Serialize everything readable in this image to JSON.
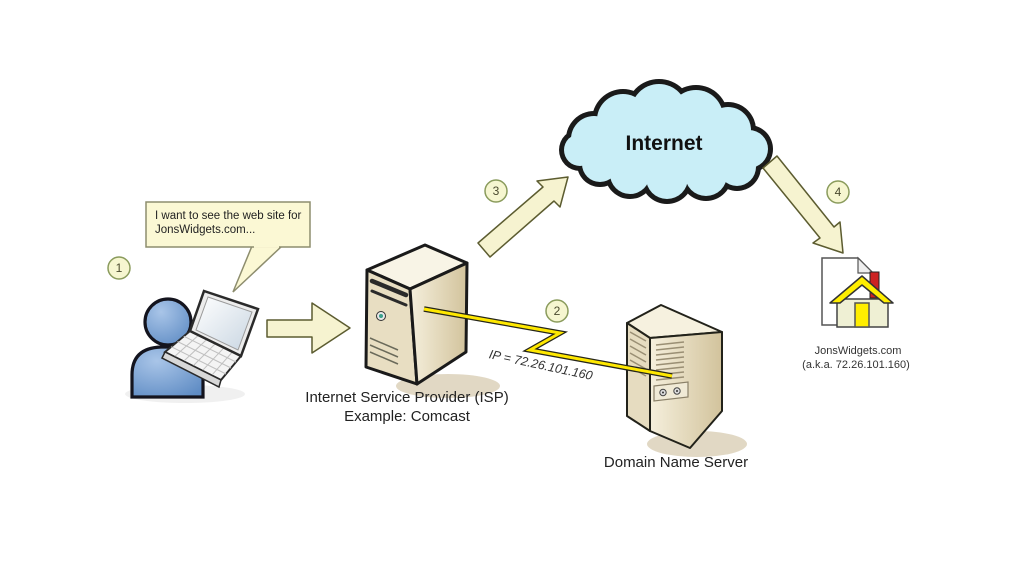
{
  "diagram": {
    "steps": [
      "1",
      "2",
      "3",
      "4"
    ],
    "speech_bubble": {
      "line1": "I want to see the web site for",
      "line2": "JonsWidgets.com..."
    },
    "cloud": {
      "label": "Internet"
    },
    "isp": {
      "label_line1": "Internet Service Provider (ISP)",
      "label_line2": "Example: Comcast"
    },
    "dns": {
      "label": "Domain Name Server"
    },
    "dns_link": {
      "ip_label": "IP = 72.26.101.160"
    },
    "website": {
      "label_line1": "JonsWidgets.com",
      "label_line2": "(a.k.a. 72.26.101.160)"
    },
    "icons": {
      "person": "user-icon",
      "laptop": "laptop-icon",
      "isp_server": "server-tower-icon",
      "dns_server": "server-tower-icon",
      "cloud": "cloud-icon",
      "website": "home-page-icon",
      "link": "lightning-bolt-icon",
      "flow_arrows": "block-arrow-icon"
    },
    "colors": {
      "cloud_fill": "#c9eef7",
      "arrow_fill": "#f6f3d0",
      "arrow_stroke": "#5c5c30",
      "bolt_yellow": "#ffe800",
      "person_blue": "#6f9bd1",
      "server_beige": "#e9dfc4",
      "bubble_fill": "#fbf8d4",
      "badge_fill": "#f6f6d0",
      "badge_border": "#8a9b5c",
      "house_yellow": "#ffee00",
      "chimney_red": "#cc2222",
      "outline_black": "#1a1a1a"
    }
  }
}
